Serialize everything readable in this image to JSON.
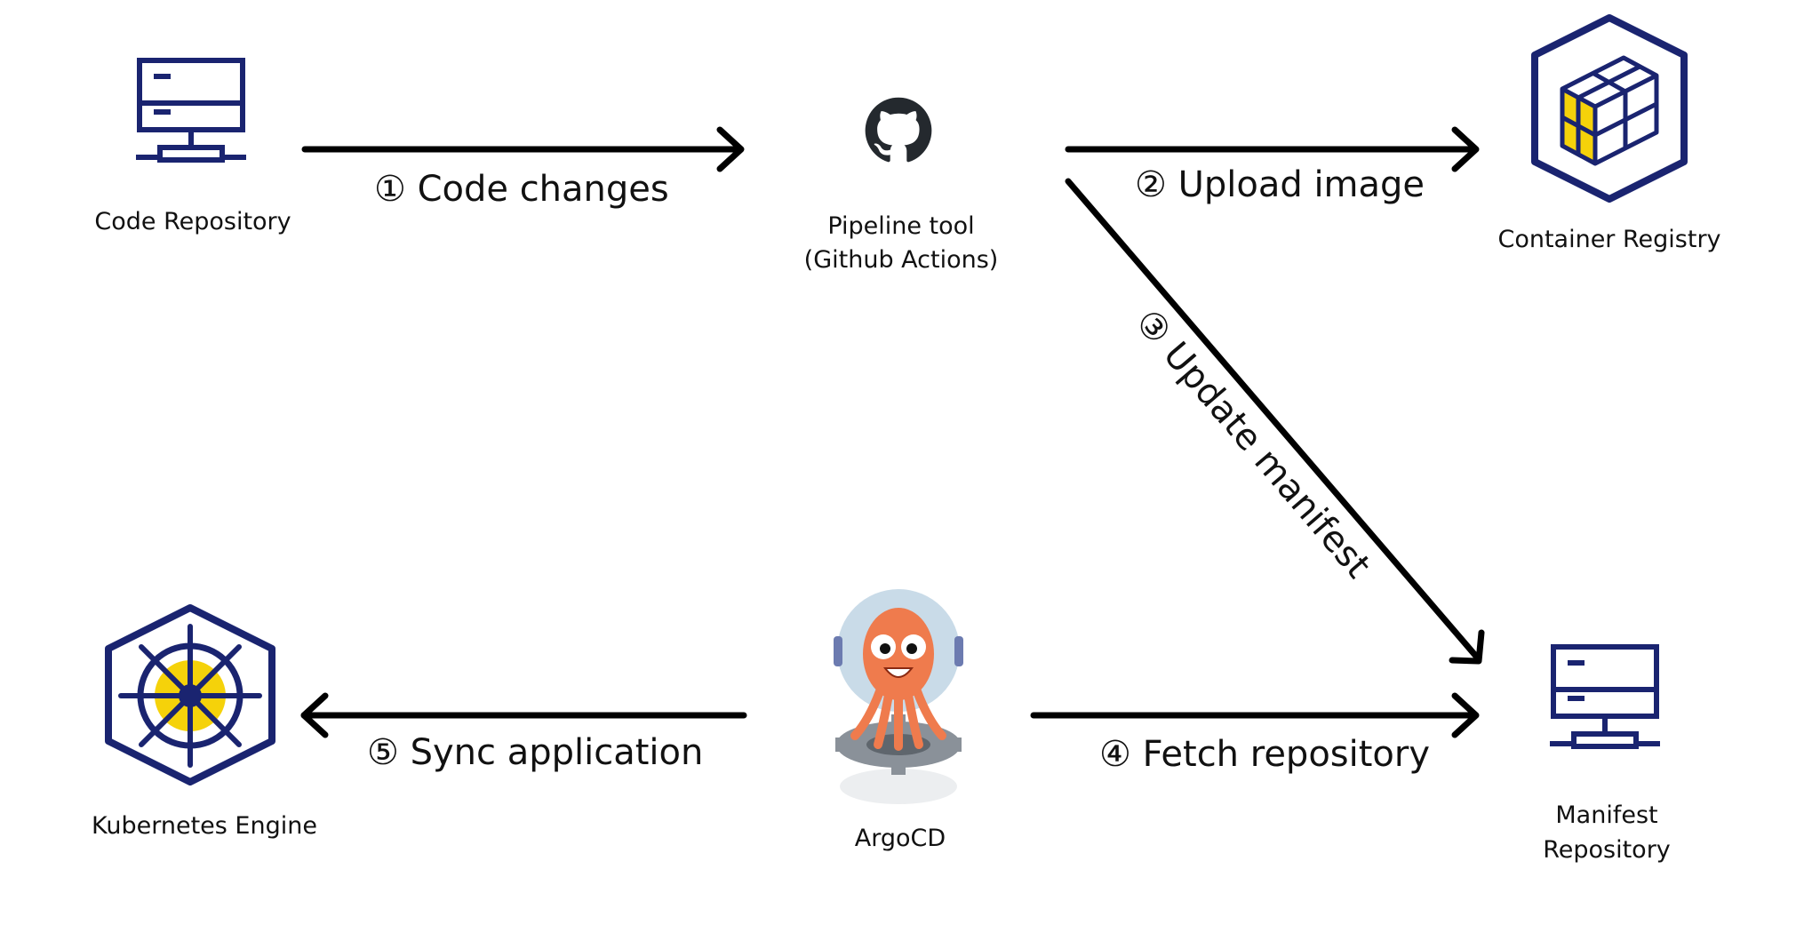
{
  "nodes": {
    "code_repository": {
      "label": "Code Repository",
      "icon": "server-icon"
    },
    "pipeline_tool": {
      "label_line1": "Pipeline tool",
      "label_line2": "(Github Actions)",
      "icon": "github-icon"
    },
    "container_registry": {
      "label": "Container Registry",
      "icon": "container-registry-icon"
    },
    "manifest_repository": {
      "label_line1": "Manifest",
      "label_line2": "Repository",
      "icon": "server-icon"
    },
    "argocd": {
      "label": "ArgoCD",
      "icon": "argocd-octopus-icon"
    },
    "kubernetes_engine": {
      "label": "Kubernetes Engine",
      "icon": "kubernetes-helm-icon"
    }
  },
  "edges": {
    "code_changes": {
      "label": "① Code changes"
    },
    "upload_image": {
      "label": "② Upload image"
    },
    "update_manifest": {
      "label": "③ Update manifest"
    },
    "fetch_repository": {
      "label": "④ Fetch repository"
    },
    "sync_application": {
      "label": "⑤ Sync application"
    }
  },
  "colors": {
    "navy": "#1a2470",
    "yellow": "#f5d20a",
    "github_dark": "#24292e",
    "argo_orange": "#ef7b4d",
    "argo_helmet": "#c9dbe8",
    "argo_gear": "#8a9199"
  }
}
